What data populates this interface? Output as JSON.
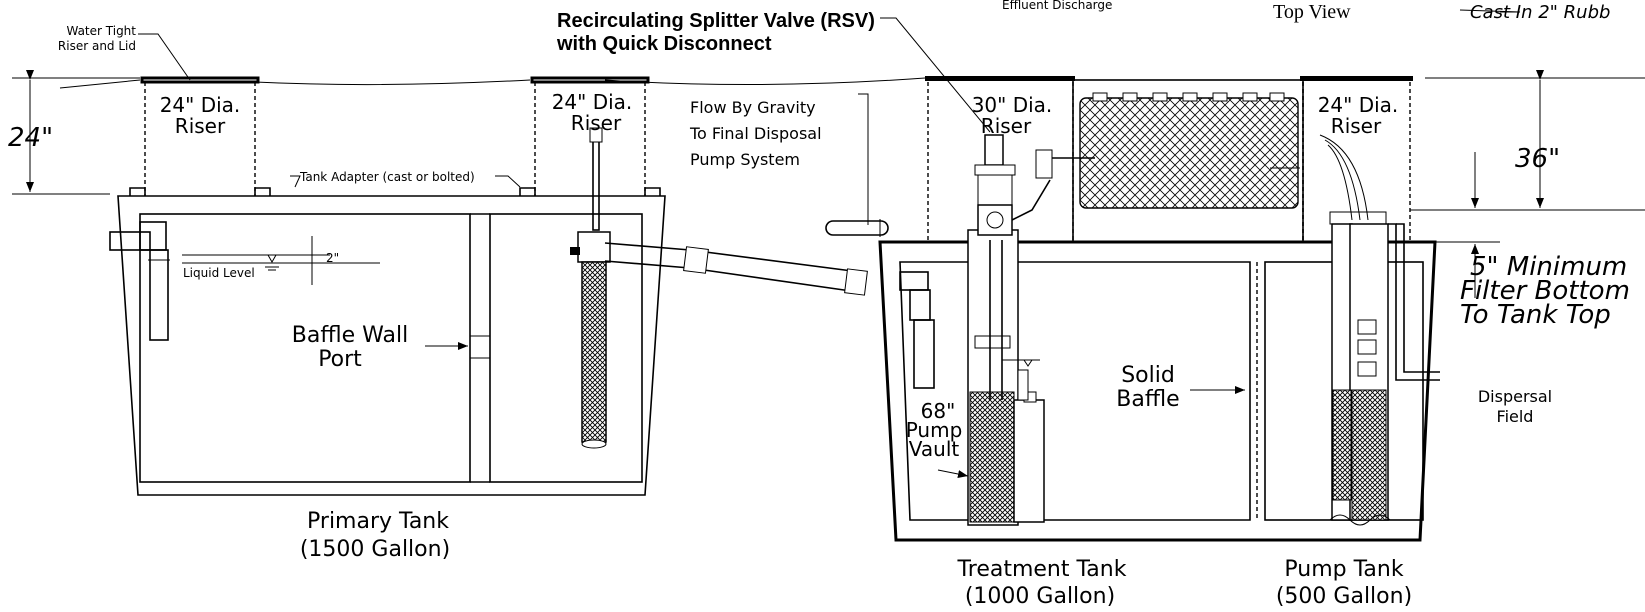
{
  "labels": {
    "water_tight_riser": [
      "Water Tight",
      "Riser and Lid"
    ],
    "rsv_title": [
      "Recirculating Splitter Valve (RSV)",
      "with Quick Disconnect"
    ],
    "effluent_discharge": "Effluent Discharge",
    "top_view": "Top View",
    "cast_in": "Cast In 2\" Rubb",
    "riser_24_left": [
      "24\" Dia.",
      "Riser"
    ],
    "riser_24_mid": [
      "24\" Dia.",
      "Riser"
    ],
    "riser_30": [
      "30\" Dia.",
      "Riser"
    ],
    "riser_24_right": [
      "24\" Dia.",
      "Riser"
    ],
    "flow_gravity": [
      "Flow By Gravity",
      "To Final Disposal",
      "Pump System"
    ],
    "tank_adapter": "Tank Adapter (cast or bolted)",
    "liquid_level": "Liquid Level",
    "dim_2in": "2\"",
    "dim_24": "24\"",
    "dim_36": "36\"",
    "min_filter": [
      "5\" Minimum",
      "Filter Bottom",
      "To Tank Top"
    ],
    "baffle_wall_port": [
      "Baffle Wall",
      "Port"
    ],
    "pump_vault": [
      "68\"",
      "Pump",
      "Vault"
    ],
    "solid_baffle": [
      "Solid",
      "Baffle"
    ],
    "dispersal_field": [
      "Dispersal",
      "Field"
    ],
    "primary_tank": [
      "Primary Tank",
      "(1500 Gallon)"
    ],
    "treatment_tank": [
      "Treatment Tank",
      "(1000 Gallon)"
    ],
    "pump_tank": [
      "Pump Tank",
      "(500 Gallon)"
    ]
  }
}
